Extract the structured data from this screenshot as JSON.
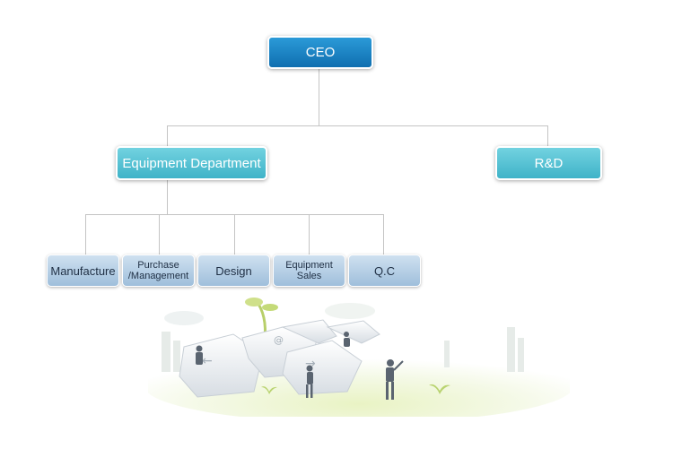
{
  "org_chart": {
    "ceo": "CEO",
    "equipment_department": "Equipment Department",
    "rd": "R&D",
    "sub_departments": [
      "Manufacture",
      "Purchase\n/Management",
      "Design",
      "Equipment\nSales",
      "Q.C"
    ]
  },
  "colors": {
    "ceo_box": "#1a82c4",
    "level2_box": "#55c2d4",
    "level3_box": "#b6d0e6",
    "connector": "#c4c4c4"
  },
  "illustration": "keyboard-keys-with-businessmen"
}
